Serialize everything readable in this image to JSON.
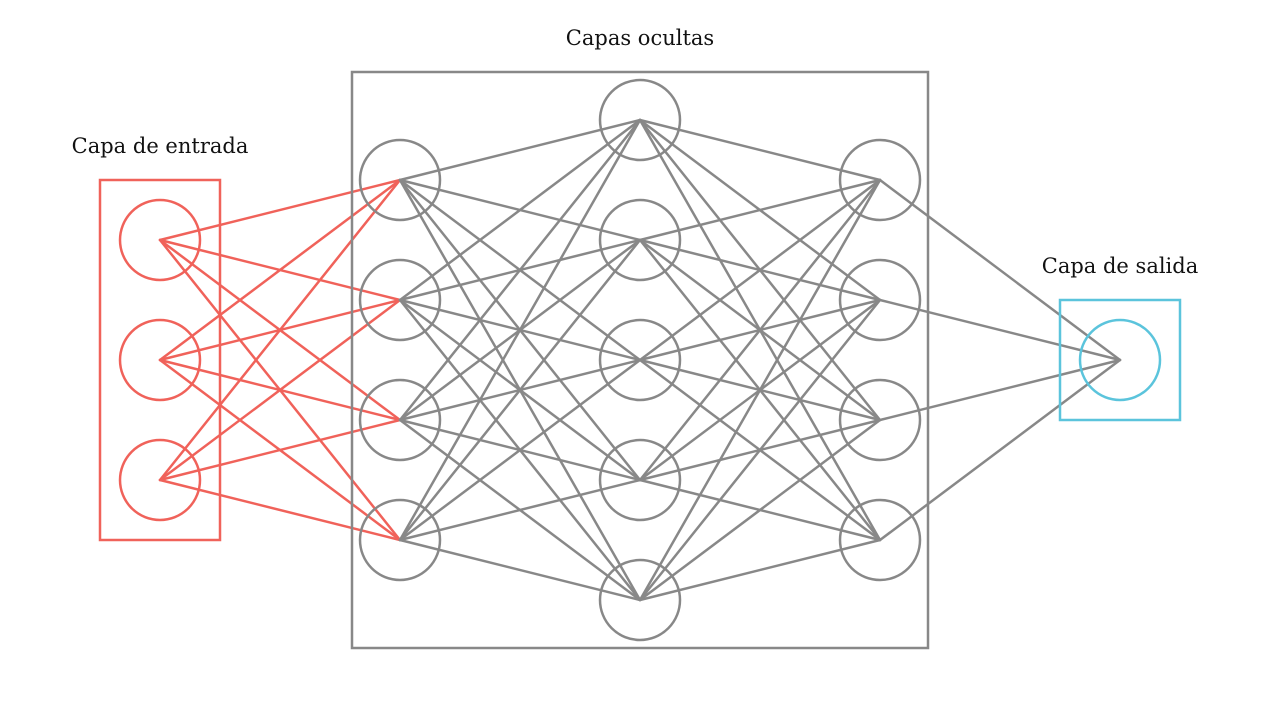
{
  "labels": {
    "input_layer": "Capa de entrada",
    "hidden_layers": "Capas ocultas",
    "output_layer": "Capa de salida"
  },
  "colors": {
    "input": "#f0625a",
    "hidden": "#888888",
    "output": "#5bc4dc",
    "text": "#111111",
    "background": "#ffffff"
  },
  "network": {
    "layers": [
      {
        "role": "input",
        "neurons": 3
      },
      {
        "role": "hidden",
        "neurons": 4
      },
      {
        "role": "hidden",
        "neurons": 5
      },
      {
        "role": "hidden",
        "neurons": 4
      },
      {
        "role": "output",
        "neurons": 1
      }
    ],
    "fully_connected": true
  }
}
